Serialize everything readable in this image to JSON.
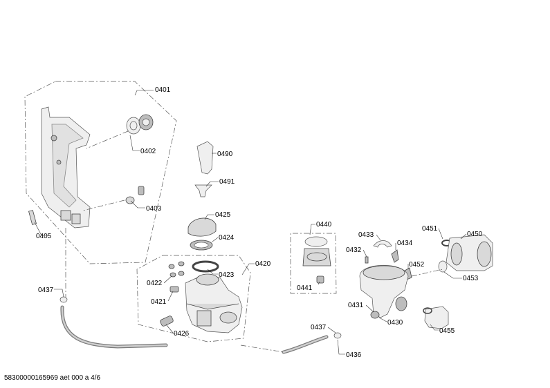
{
  "part_labels": {
    "p0401": "0401",
    "p0402": "0402",
    "p0403": "0403",
    "p0405": "0405",
    "p0437a": "0437",
    "p0490": "0490",
    "p0491": "0491",
    "p0425": "0425",
    "p0424": "0424",
    "p0420": "0420",
    "p0423": "0423",
    "p0422": "0422",
    "p0421": "0421",
    "p0426": "0426",
    "p0440": "0440",
    "p0441": "0441",
    "p0433": "0433",
    "p0434": "0434",
    "p0432": "0432",
    "p0452": "0452",
    "p0431": "0431",
    "p0430": "0430",
    "p0437b": "0437",
    "p0436": "0436",
    "p0451": "0451",
    "p0450": "0450",
    "p0453": "0453",
    "p0455": "0455"
  },
  "footer": {
    "code": "58300000165969 aet 000 a 4/6"
  }
}
